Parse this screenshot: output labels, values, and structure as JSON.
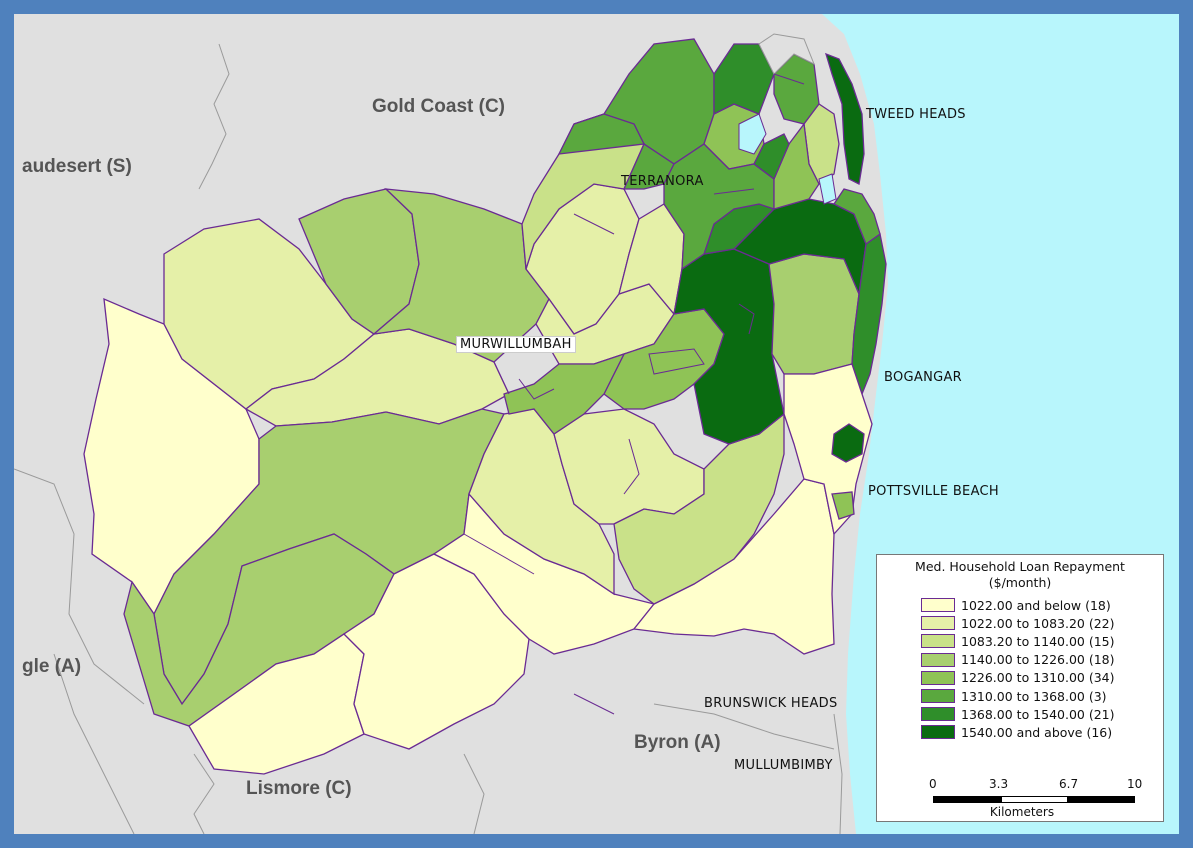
{
  "colors": {
    "frame": "#4f81bd",
    "sea": "#b8f6fc",
    "neighbour_land": "#e0e0e0",
    "boundary": "#6a2b93",
    "classes": [
      "#ffffcc",
      "#e5f0a8",
      "#c9e189",
      "#a8cf6f",
      "#8fc356",
      "#5aa83e",
      "#2f8e2a",
      "#0a6b11"
    ]
  },
  "lga_labels": {
    "gold_coast": "Gold Coast (C)",
    "beaudesert": "audesert (S)",
    "kyogle": "gle (A)",
    "byron": "Byron (A)",
    "lismore": "Lismore (C)"
  },
  "town_labels": {
    "tweed_heads": "TWEED HEADS",
    "terranora": "TERRANORA",
    "murwillumbah": "MURWILLUMBAH",
    "bogangar": "BOGANGAR",
    "pottsville": "POTTSVILLE BEACH",
    "brunswick": "BRUNSWICK HEADS",
    "mullumbimby": "MULLUMBIMBY"
  },
  "legend": {
    "title_line1": "Med. Household Loan Repayment",
    "title_line2": "($/month)",
    "classes": [
      {
        "label": "1022.00 and below (18)"
      },
      {
        "label": "1022.00 to 1083.20 (22)"
      },
      {
        "label": "1083.20 to 1140.00 (15)"
      },
      {
        "label": "1140.00 to 1226.00 (18)"
      },
      {
        "label": "1226.00 to 1310.00 (34)"
      },
      {
        "label": "1310.00 to 1368.00 (3)"
      },
      {
        "label": "1368.00 to 1540.00 (21)"
      },
      {
        "label": "1540.00 and above (16)"
      }
    ],
    "scale": {
      "ticks": [
        "0",
        "3.3",
        "6.7",
        "10"
      ],
      "unit": "Kilometers"
    }
  }
}
